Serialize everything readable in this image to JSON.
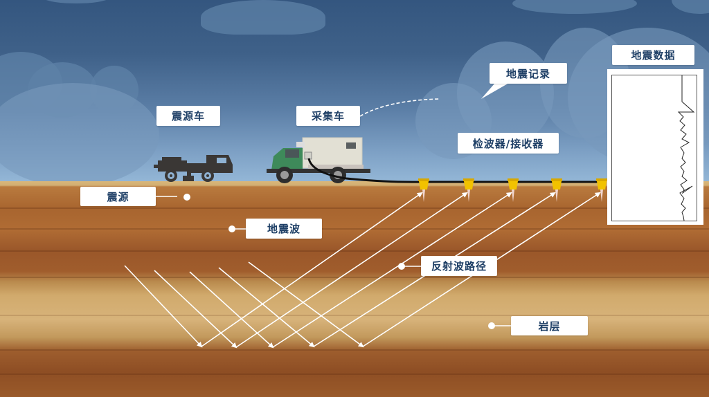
{
  "title": "地震勘探示意图",
  "labels": {
    "source_truck": "震源车",
    "recording_truck": "采集车",
    "seismic_record": "地震记录",
    "geophones": "检波器/接收器",
    "seismic_data": "地震数据",
    "source": "震源",
    "seismic_wave": "地震波",
    "reflection_path": "反射波路径",
    "rock_layer": "岩层"
  },
  "geophone_count": 5,
  "reflection_ray_count": 5,
  "colors": {
    "label_text": "#1e3f66",
    "label_bg": "#ffffff",
    "geophone": "#f2c200",
    "truck_cab": "#3f8a5c",
    "truck_box": "#e4e2d6",
    "source_truck": "#3a3a3a",
    "ray": "#ffffff"
  }
}
